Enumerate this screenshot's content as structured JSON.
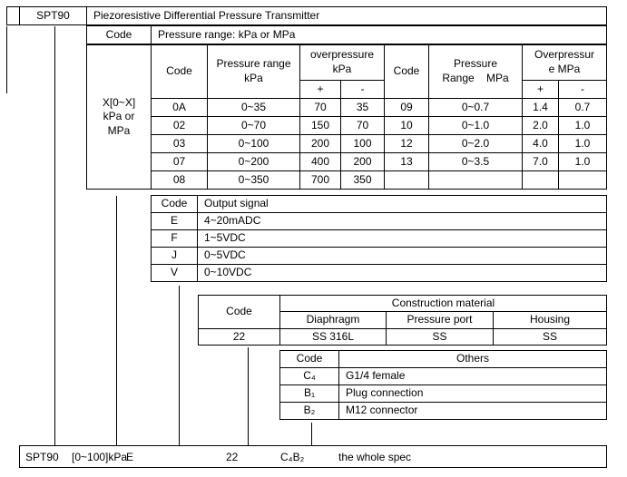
{
  "header": {
    "model": "SPT90",
    "title": "Piezoresistive Differential Pressure Transmitter"
  },
  "pressure": {
    "code_label": "Code",
    "heading": "Pressure range: kPa or MPa",
    "side_lines": [
      "X[0~X]",
      "kPa or",
      "MPa"
    ],
    "kpa": {
      "code_header": "Code",
      "range_header": "Pressure range kPa",
      "over_header": "overpressure kPa",
      "plus": "+",
      "minus": "-",
      "rows": [
        {
          "code": "0A",
          "range": "0~35",
          "op_plus": "70",
          "op_minus": "35"
        },
        {
          "code": "02",
          "range": "0~70",
          "op_plus": "150",
          "op_minus": "70"
        },
        {
          "code": "03",
          "range": "0~100",
          "op_plus": "200",
          "op_minus": "100"
        },
        {
          "code": "07",
          "range": "0~200",
          "op_plus": "400",
          "op_minus": "200"
        },
        {
          "code": "08",
          "range": "0~350",
          "op_plus": "700",
          "op_minus": "350"
        }
      ]
    },
    "mpa": {
      "code_header": "Code",
      "range_header_line1": "Pressure",
      "range_header_line2": "Range    MPa",
      "over_header_line1": "Overpressur",
      "over_header_line2": "e MPa",
      "plus": "+",
      "minus": "-",
      "rows": [
        {
          "code": "09",
          "range": "0~0.7",
          "op_plus": "1.4",
          "op_minus": "0.7"
        },
        {
          "code": "10",
          "range": "0~1.0",
          "op_plus": "2.0",
          "op_minus": "1.0"
        },
        {
          "code": "12",
          "range": "0~2.0",
          "op_plus": "4.0",
          "op_minus": "1.0"
        },
        {
          "code": "13",
          "range": "0~3.5",
          "op_plus": "7.0",
          "op_minus": "1.0"
        },
        {
          "code": "",
          "range": "",
          "op_plus": "",
          "op_minus": ""
        }
      ]
    }
  },
  "output_signal": {
    "code_header": "Code",
    "heading": "Output signal",
    "rows": [
      {
        "code": "E",
        "label": "4~20mADC"
      },
      {
        "code": "F",
        "label": "1~5VDC"
      },
      {
        "code": "J",
        "label": "0~5VDC"
      },
      {
        "code": "V",
        "label": "0~10VDC"
      }
    ]
  },
  "construction": {
    "code_header": "Code",
    "heading": "Construction material",
    "col_diaphragm": "Diaphragm",
    "col_pressure_port": "Pressure port",
    "col_housing": "Housing",
    "row": {
      "code": "22",
      "diaphragm": "SS 316L",
      "pressure_port": "SS",
      "housing": "SS"
    }
  },
  "others": {
    "code_header": "Code",
    "heading": "Others",
    "rows": [
      {
        "code": "C₄",
        "label": "G1/4 female"
      },
      {
        "code": "B₁",
        "label": "Plug connection"
      },
      {
        "code": "B₂",
        "label": "M12 connector"
      }
    ]
  },
  "spec_row": {
    "model": "SPT90",
    "range": "[0~100]kPa",
    "signal": "E",
    "material": "22",
    "others": "C₄B₂",
    "note": "the whole spec"
  }
}
